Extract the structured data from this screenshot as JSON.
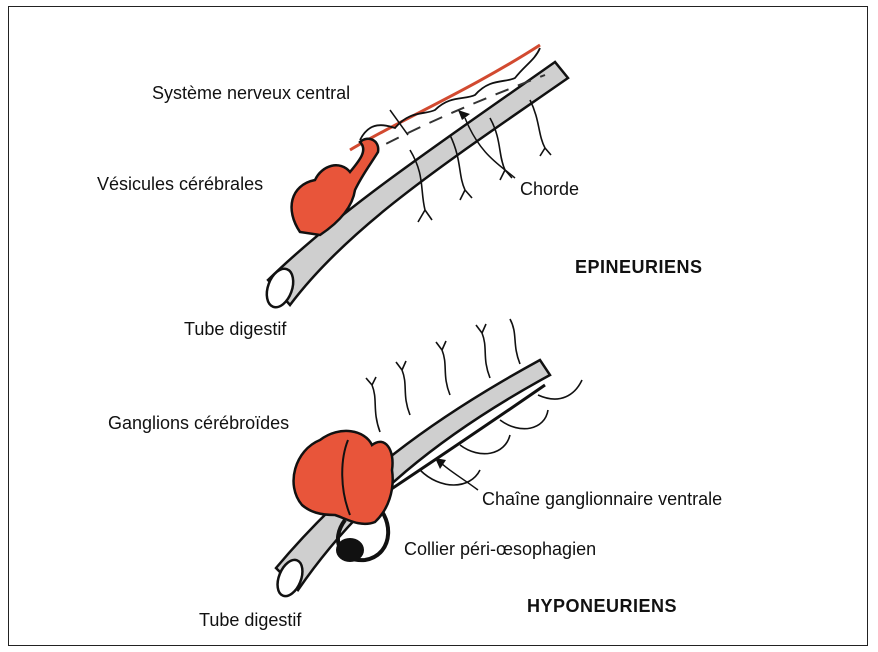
{
  "epineuriens": {
    "title": "EPINEURIENS",
    "labels": {
      "snc": "Système nerveux central",
      "vesicules": "Vésicules cérébrales",
      "chorde": "Chorde",
      "tube": "Tube digestif"
    }
  },
  "hyponeuriens": {
    "title": "HYPONEURIENS",
    "labels": {
      "ganglions": "Ganglions cérébroïdes",
      "chaine": "Chaîne ganglionnaire ventrale",
      "collier": "Collier péri-œsophagien",
      "tube": "Tube digestif"
    }
  },
  "colors": {
    "nervous_tissue": "#e8553a",
    "tube_fill": "#cfcfcf",
    "outline": "#111111"
  }
}
